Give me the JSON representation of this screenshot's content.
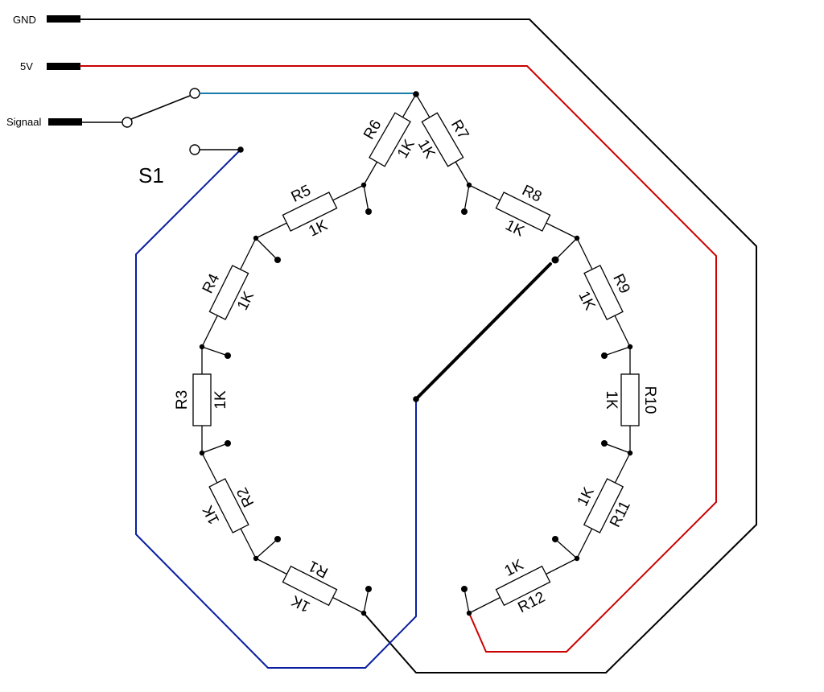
{
  "ports": {
    "gnd": "GND",
    "vcc": "5V",
    "signal": "Signaal"
  },
  "switch": {
    "label": "S1"
  },
  "resistors": [
    {
      "name": "R1",
      "value": "1K"
    },
    {
      "name": "R2",
      "value": "1K"
    },
    {
      "name": "R3",
      "value": "1K"
    },
    {
      "name": "R4",
      "value": "1K"
    },
    {
      "name": "R5",
      "value": "1K"
    },
    {
      "name": "R6",
      "value": "1K"
    },
    {
      "name": "R7",
      "value": "1K"
    },
    {
      "name": "R8",
      "value": "1K"
    },
    {
      "name": "R9",
      "value": "1K"
    },
    {
      "name": "R10",
      "value": "1K"
    },
    {
      "name": "R11",
      "value": "1K"
    },
    {
      "name": "R12",
      "value": "1K"
    }
  ],
  "colors": {
    "wire_gnd": "#000000",
    "wire_vcc": "#cc0000",
    "wire_signal": "#1a7aa8",
    "wire_wiper": "#0a1ea0",
    "wire_component": "#000000",
    "resistor_fill": "#ffffff"
  }
}
